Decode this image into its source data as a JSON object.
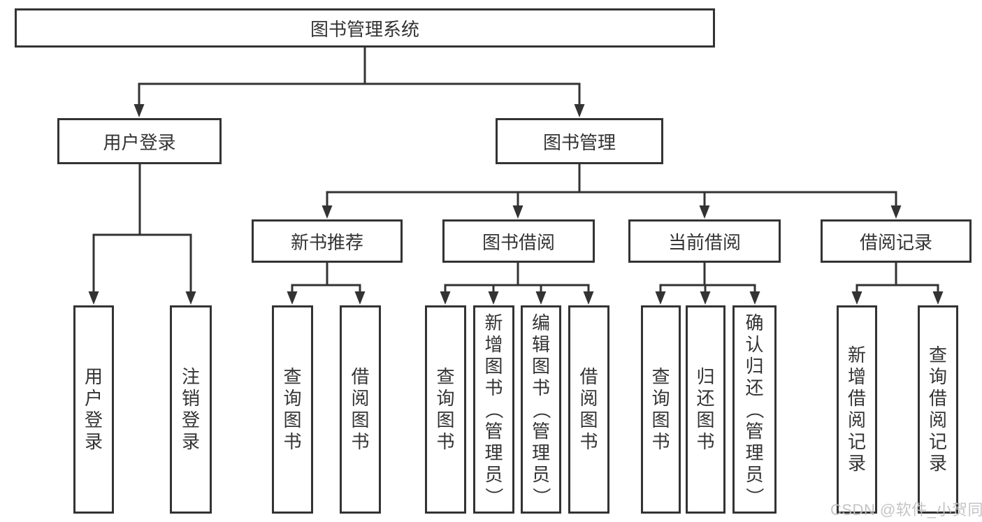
{
  "tree": {
    "root": "图书管理系统",
    "children": [
      {
        "label": "用户登录",
        "children": [
          "用户登录",
          "注销登录"
        ]
      },
      {
        "label": "图书管理",
        "children": [
          {
            "label": "新书推荐",
            "children": [
              "查询图书",
              "借阅图书"
            ]
          },
          {
            "label": "图书借阅",
            "children": [
              "查询图书",
              "新增图书（管理员）",
              "编辑图书（管理员）",
              "借阅图书"
            ]
          },
          {
            "label": "当前借阅",
            "children": [
              "查询图书",
              "归还图书",
              "确认归还（管理员）"
            ]
          },
          {
            "label": "借阅记录",
            "children": [
              "新增借阅记录",
              "查询借阅记录"
            ]
          }
        ]
      }
    ]
  },
  "watermark": {
    "text": "CSDN @软件_小贺同学"
  },
  "colors": {
    "line": "#333333",
    "text": "#333333",
    "watermark": "#c0c0c0",
    "background": "#ffffff"
  }
}
